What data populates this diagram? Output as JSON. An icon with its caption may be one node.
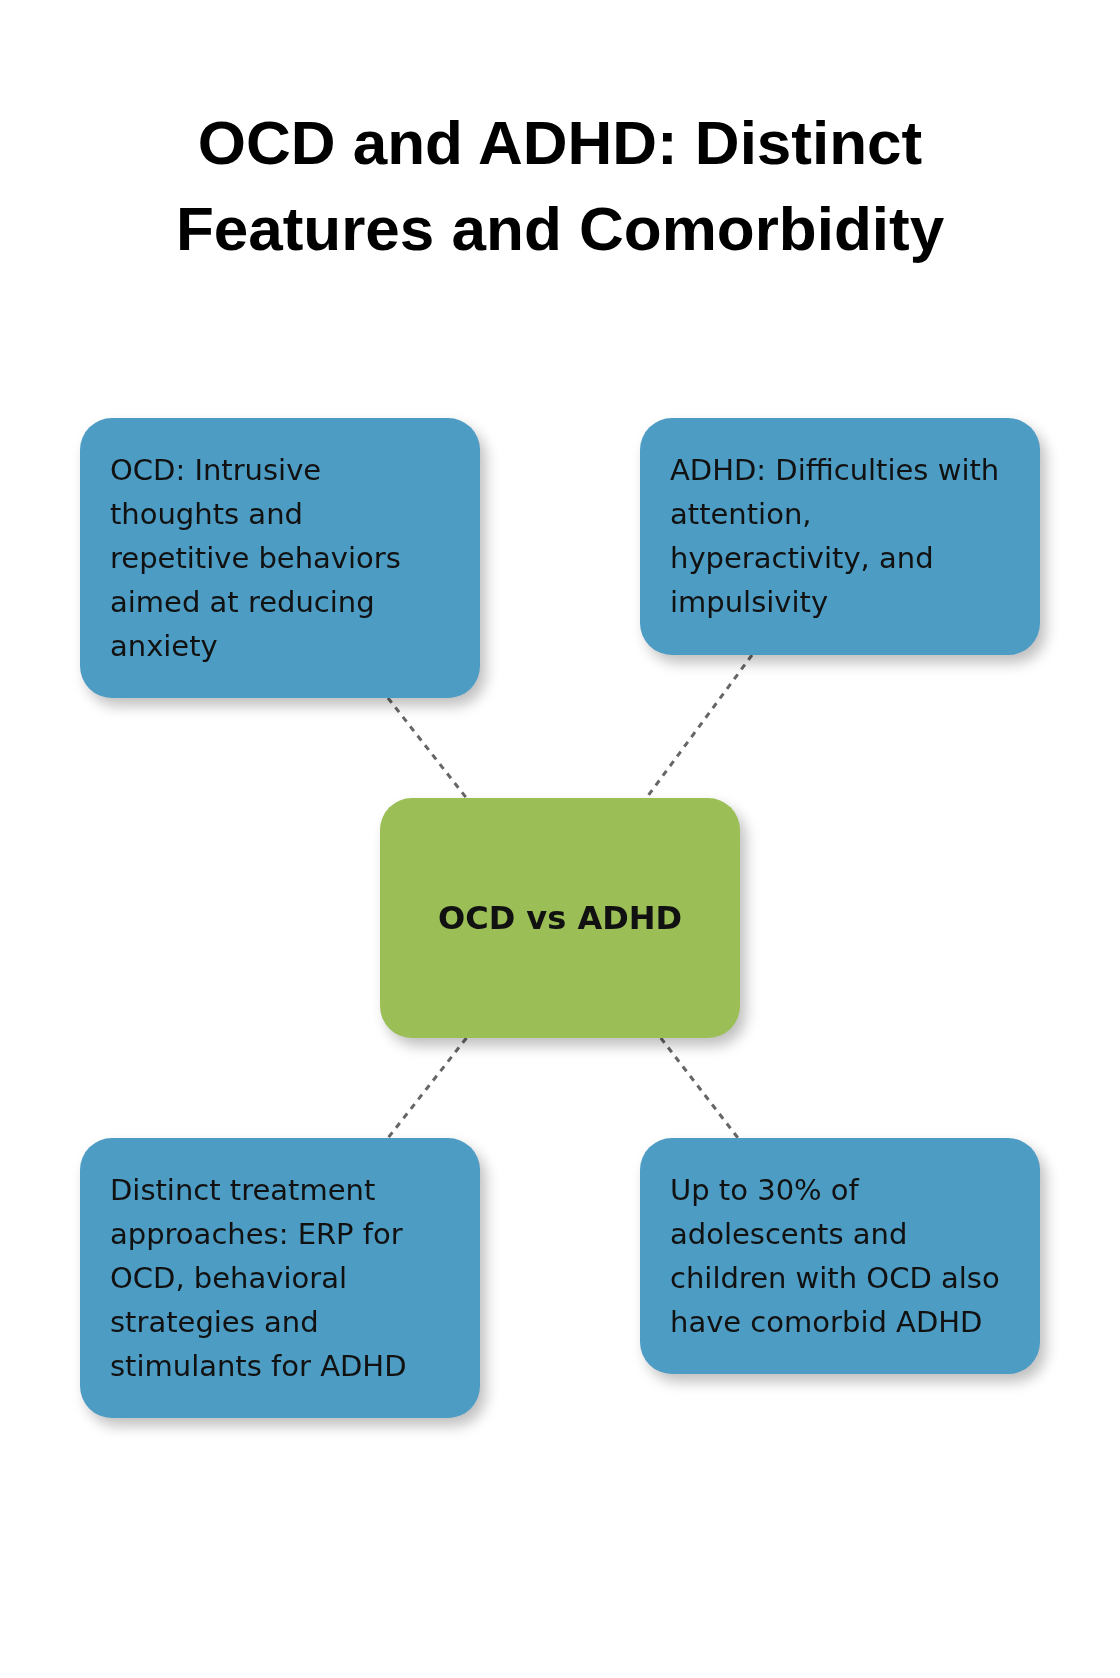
{
  "diagram": {
    "title": "OCD and ADHD: Distinct Features and Comorbidity",
    "nodes": [
      {
        "text": [
          "OCD: Intrusive thoughts and repetitive behaviors aimed at reducing anxiety"
        ]
      },
      {
        "text": [
          "ADHD: Difficulties with attention, hyperactivity, and impulsivity"
        ]
      },
      {
        "text": [
          "OCD vs ADHD"
        ]
      },
      {
        "text": [
          "Distinct treatment approaches: ERP for OCD, behavioral strategies and stimulants for ADHD"
        ]
      },
      {
        "text": [
          "Up to 30% of adolescents and children with OCD also have comorbid ADHD"
        ]
      }
    ],
    "edges": [
      {
        "from": 0,
        "to": 2,
        "arrow": "none",
        "style": "dashed"
      },
      {
        "from": 1,
        "to": 2,
        "arrow": "none",
        "style": "dashed"
      },
      {
        "from": 2,
        "to": 3,
        "arrow": "none",
        "style": "dashed"
      },
      {
        "from": 2,
        "to": 4,
        "arrow": "none",
        "style": "dashed"
      }
    ]
  }
}
